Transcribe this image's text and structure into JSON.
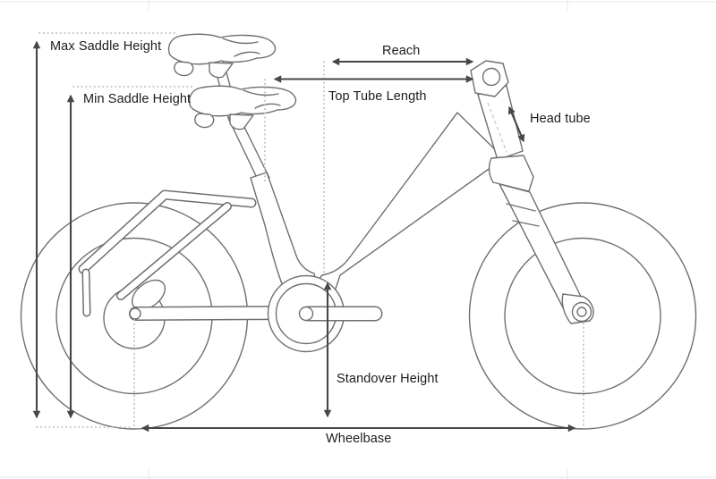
{
  "page": {
    "background": "#ffffff"
  },
  "diagram": {
    "type": "bike-geometry",
    "subject": "step-through e-bike line drawing with dimension annotations",
    "labels": {
      "max_saddle_height": "Max Saddle Height",
      "min_saddle_height": "Min Saddle Height",
      "reach": "Reach",
      "top_tube_length": "Top Tube Length",
      "head_tube": "Head tube",
      "standover_height": "Standover Height",
      "wheelbase": "Wheelbase"
    },
    "colors": {
      "bike_outline": "#6f6f6f",
      "dimension_arrow": "#474747",
      "reference_dotted": "#c0c0c0",
      "label_text": "#1c1c1e",
      "background": "#ffffff"
    }
  }
}
